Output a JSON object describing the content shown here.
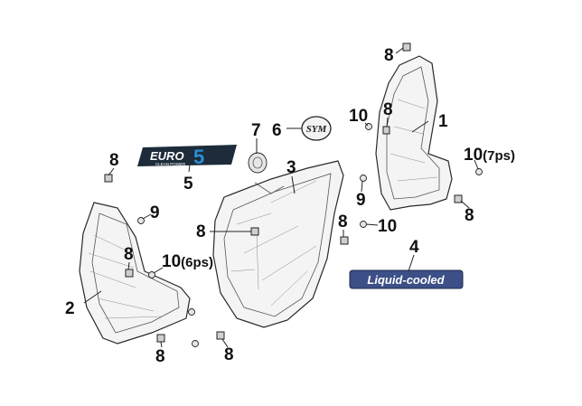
{
  "callouts": {
    "n1": "1",
    "n2": "2",
    "n3": "3",
    "n4": "4",
    "n5": "5",
    "n6": "6",
    "n7": "7",
    "n8a": "8",
    "n8b": "8",
    "n8c": "8",
    "n8d": "8",
    "n8e": "8",
    "n8f": "8",
    "n8g": "8",
    "n8h": "8",
    "n8i": "8",
    "n9a": "9",
    "n9b": "9",
    "n10a": "10",
    "n10b": "10",
    "n10c": "10",
    "n10d": "10"
  },
  "qty_notes": {
    "six_pcs": "(6ps)",
    "seven_pcs": "(7ps)"
  },
  "badges": {
    "euro_top": "EURO",
    "euro_number": "5",
    "euro_sub": "CLEAN POWER",
    "sym_logo": "SYM",
    "liquid_cooled": "Liquid-cooled"
  },
  "colors": {
    "euro_bg": "#1d2b3a",
    "euro_accent": "#2a8fd6",
    "liquid_bg": "#3c4f86",
    "liquid_text": "#ffffff",
    "line": "#222222"
  }
}
